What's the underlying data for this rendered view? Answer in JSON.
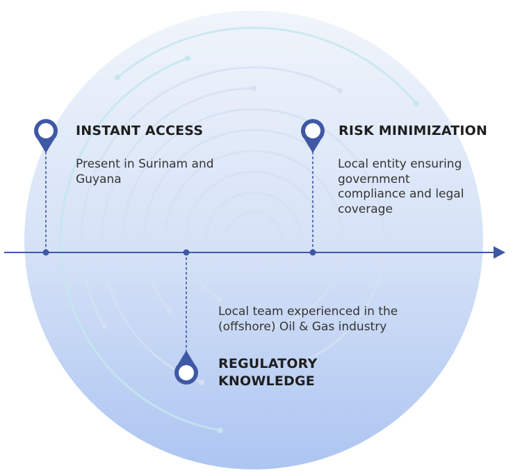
{
  "colors": {
    "accent": "#3f58a5",
    "circle_top": "#ecf1fa",
    "circle_bottom": "#aec6f3",
    "ring": "#d5e0f2",
    "ring_teal": "#c4e6ee",
    "text_title": "#1e1e1e",
    "text_body": "#333333"
  },
  "items": [
    {
      "title": "INSTANT ACCESS",
      "description_lines": [
        "Present in Surinam and",
        "Guyana"
      ]
    },
    {
      "title": "RISK MINIMIZATION",
      "description_lines": [
        "Local entity ensuring",
        "government",
        "compliance and legal",
        "coverage"
      ]
    },
    {
      "title_lines": [
        "REGULATORY",
        "KNOWLEDGE"
      ],
      "description_lines": [
        "Local team experienced in the",
        "(offshore) Oil & Gas industry"
      ]
    }
  ],
  "icons": {
    "pin": "map-pin-icon",
    "arrow": "arrow-right-icon"
  }
}
